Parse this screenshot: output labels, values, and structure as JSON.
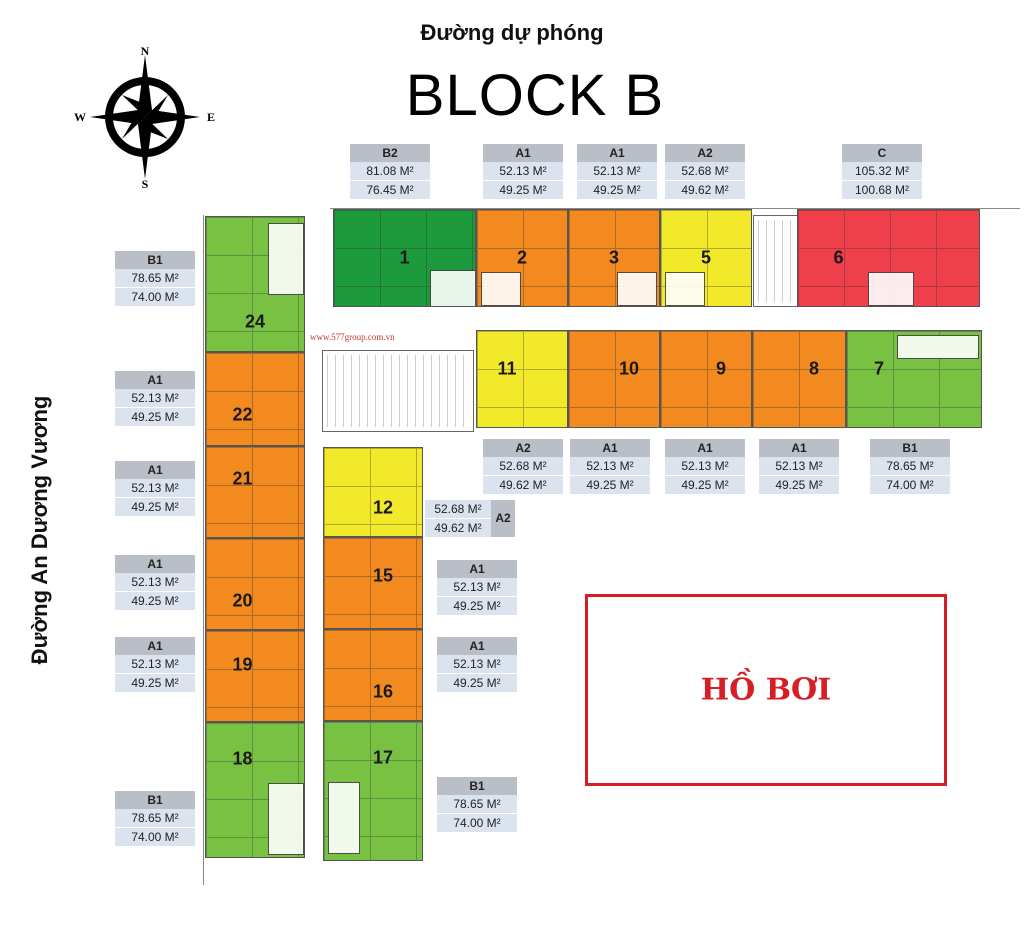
{
  "road_top": "Đường dự phóng",
  "block_title": "BLOCK B",
  "road_left": "Đường An Dương Vương",
  "compass": {
    "n": "N",
    "s": "S",
    "e": "E",
    "w": "W"
  },
  "pool_label": "HỒ BƠI",
  "website": "www.577group.com.vn",
  "colors": {
    "dark_green": "#1d9a3b",
    "green": "#79c143",
    "orange": "#f38a1f",
    "yellow": "#f3e92b",
    "red": "#ee3f4b",
    "pool_red": "#d51e25"
  },
  "tags": {
    "b2": {
      "code": "B2",
      "a": "81.08 M²",
      "b": "76.45 M²"
    },
    "a1_2": {
      "code": "A1",
      "a": "52.13 M²",
      "b": "49.25 M²"
    },
    "a1_3": {
      "code": "A1",
      "a": "52.13 M²",
      "b": "49.25 M²"
    },
    "a2_5": {
      "code": "A2",
      "a": "52.68 M²",
      "b": "49.62 M²"
    },
    "c_6": {
      "code": "C",
      "a": "105.32 M²",
      "b": "100.68 M²"
    },
    "b1_24": {
      "code": "B1",
      "a": "78.65 M²",
      "b": "74.00 M²"
    },
    "a1_22": {
      "code": "A1",
      "a": "52.13 M²",
      "b": "49.25 M²"
    },
    "a1_21": {
      "code": "A1",
      "a": "52.13 M²",
      "b": "49.25 M²"
    },
    "a1_20": {
      "code": "A1",
      "a": "52.13 M²",
      "b": "49.25 M²"
    },
    "a1_19": {
      "code": "A1",
      "a": "52.13 M²",
      "b": "49.25 M²"
    },
    "b1_18": {
      "code": "B1",
      "a": "78.65 M²",
      "b": "74.00 M²"
    },
    "a2_11": {
      "code": "A2",
      "a": "52.68 M²",
      "b": "49.62 M²"
    },
    "a1_10": {
      "code": "A1",
      "a": "52.13 M²",
      "b": "49.25 M²"
    },
    "a1_9": {
      "code": "A1",
      "a": "52.13 M²",
      "b": "49.25 M²"
    },
    "a1_8": {
      "code": "A1",
      "a": "52.13 M²",
      "b": "49.25 M²"
    },
    "b1_7": {
      "code": "B1",
      "a": "78.65 M²",
      "b": "74.00 M²"
    },
    "a2_12": {
      "code": "A2",
      "a": "52.68 M²",
      "b": "49.62 M²"
    },
    "a1_15": {
      "code": "A1",
      "a": "52.13 M²",
      "b": "49.25 M²"
    },
    "a1_16": {
      "code": "A1",
      "a": "52.13 M²",
      "b": "49.25 M²"
    },
    "b1_17": {
      "code": "B1",
      "a": "78.65 M²",
      "b": "74.00 M²"
    }
  },
  "units": {
    "u1": "1",
    "u2": "2",
    "u3": "3",
    "u5": "5",
    "u6": "6",
    "u7": "7",
    "u8": "8",
    "u9": "9",
    "u10": "10",
    "u11": "11",
    "u12": "12",
    "u15": "15",
    "u16": "16",
    "u17": "17",
    "u18": "18",
    "u19": "19",
    "u20": "20",
    "u21": "21",
    "u22": "22",
    "u24": "24"
  }
}
